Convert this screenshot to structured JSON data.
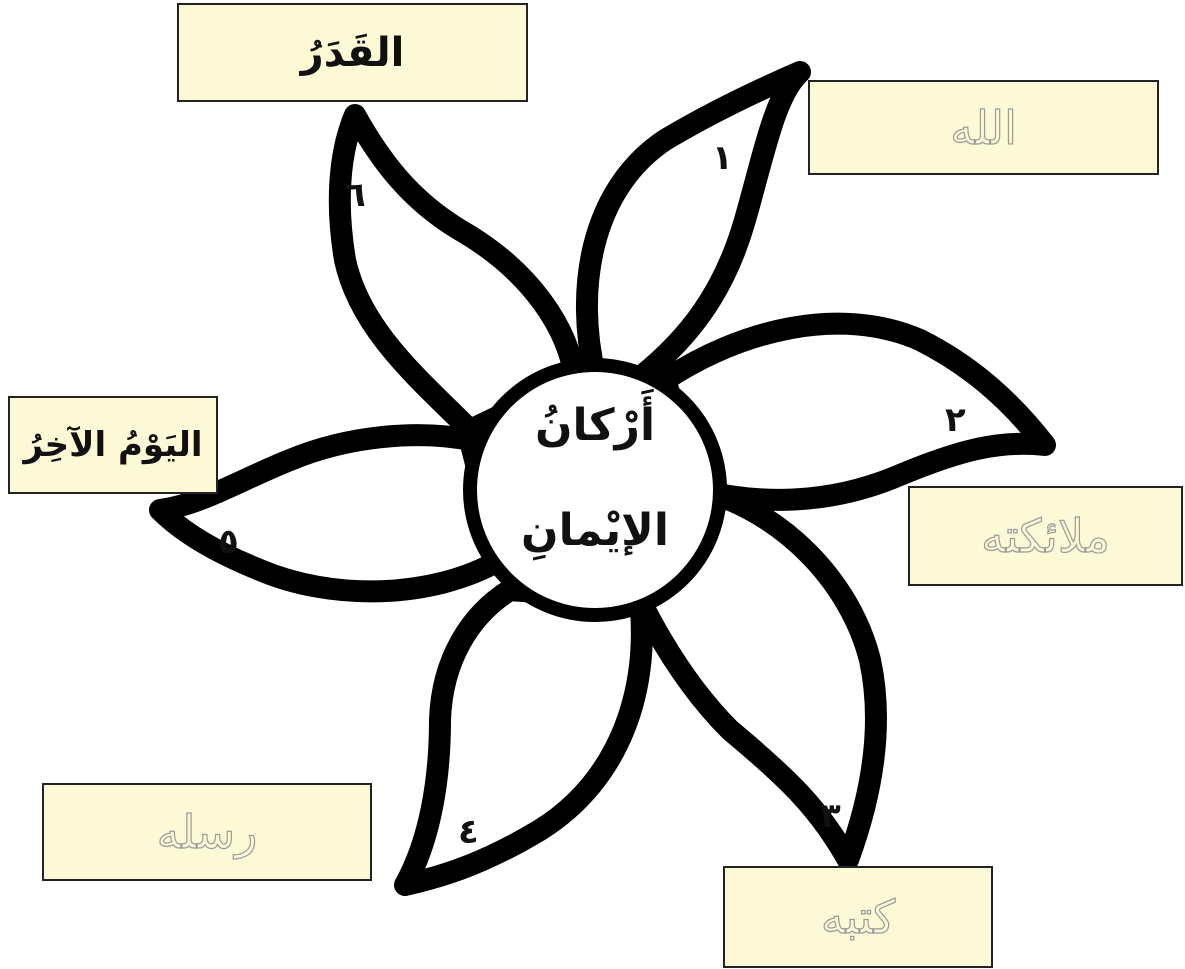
{
  "center": {
    "line1": "أَرْكانُ",
    "line2": "الإيْمانِ"
  },
  "labels": [
    {
      "id": "top-left",
      "text": "القَدَرُ",
      "style": "filled"
    },
    {
      "id": "top-right",
      "text": "الله",
      "style": "trace"
    },
    {
      "id": "right",
      "text": "ملائكته",
      "style": "trace"
    },
    {
      "id": "left",
      "text": "اليَوْمُ الآخِرُ",
      "style": "filled"
    },
    {
      "id": "bottom-left",
      "text": "رسله",
      "style": "trace"
    },
    {
      "id": "bottom-right",
      "text": "كتبه",
      "style": "trace"
    }
  ],
  "petal_numbers": [
    "١",
    "٢",
    "٣",
    "٤",
    "٥",
    "٦"
  ],
  "colors": {
    "box_fill": "#fdf9d6",
    "diacritic_accent": "#e0197d",
    "outline": "#000000"
  }
}
